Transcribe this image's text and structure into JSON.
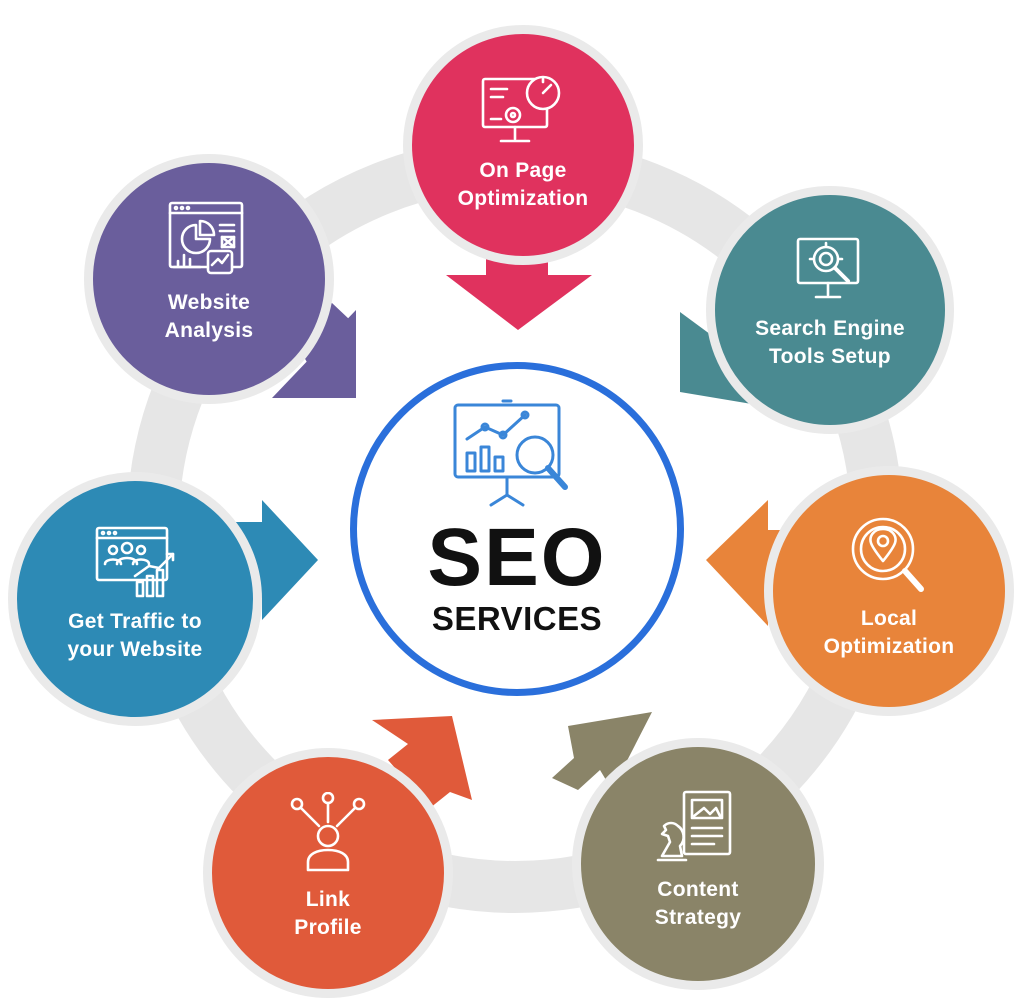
{
  "center": {
    "title": "SEO",
    "subtitle": "SERVICES",
    "ring_color": "#2a6fdb",
    "icon": "presentation-chart-magnifier-icon"
  },
  "ring_color": "#e6e6e6",
  "nodes": [
    {
      "id": "on-page",
      "label": "On Page\nOptimization",
      "color": "#e0325e",
      "icon": "monitor-gauge-gear-icon"
    },
    {
      "id": "search-engine-tools",
      "label": "Search Engine\nTools Setup",
      "color": "#4a8a91",
      "icon": "monitor-gear-search-icon"
    },
    {
      "id": "local-optimization",
      "label": "Local\nOptimization",
      "color": "#e8843a",
      "icon": "location-pin-search-icon"
    },
    {
      "id": "content-strategy",
      "label": "Content\nStrategy",
      "color": "#8a8468",
      "icon": "chess-knight-document-icon"
    },
    {
      "id": "link-profile",
      "label": "Link\nProfile",
      "color": "#e05a3a",
      "icon": "user-network-icon"
    },
    {
      "id": "get-traffic",
      "label": "Get Traffic to\nyour Website",
      "color": "#2d8ab5",
      "icon": "browser-audience-chart-icon"
    },
    {
      "id": "website-analysis",
      "label": "Website\nAnalysis",
      "color": "#6a5e9c",
      "icon": "browser-analytics-icon"
    }
  ]
}
